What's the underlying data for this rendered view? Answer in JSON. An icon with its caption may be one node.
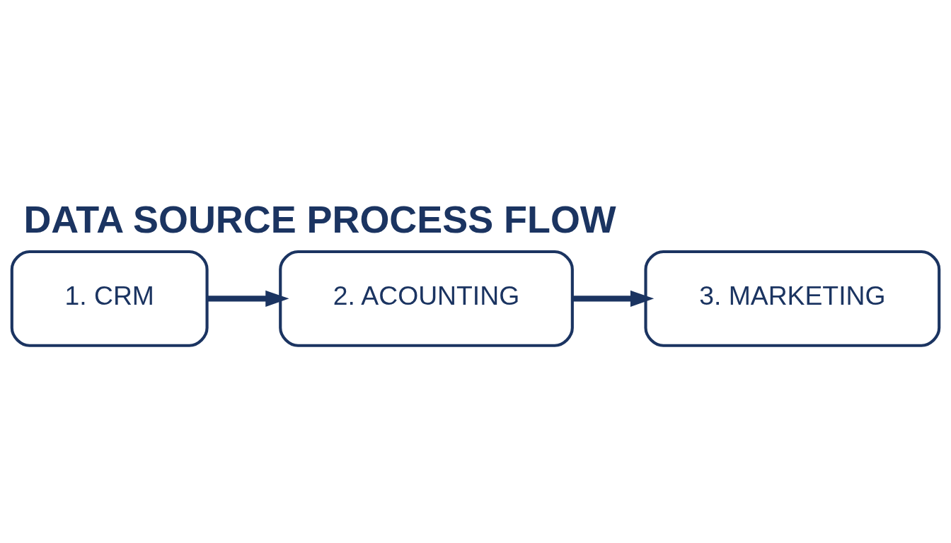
{
  "diagram": {
    "title": "DATA SOURCE PROCESS FLOW",
    "nodes": [
      {
        "text": [
          "1. CRM"
        ]
      },
      {
        "text": [
          "2. ACOUNTING"
        ]
      },
      {
        "text": [
          "3. MARKETING"
        ]
      }
    ],
    "edges": [
      {
        "from": 0,
        "to": 1,
        "arrow": "to"
      },
      {
        "from": 1,
        "to": 2,
        "arrow": "to"
      }
    ]
  }
}
